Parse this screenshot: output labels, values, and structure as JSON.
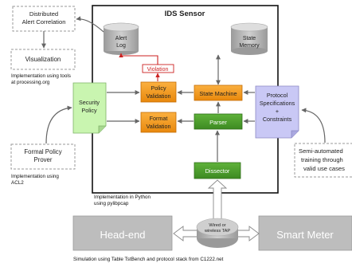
{
  "ids_sensor": {
    "title": "IDS Sensor",
    "note_line1": "Implementation in Python",
    "note_line2": "using pylibpcap"
  },
  "distributed_alert": {
    "line1": "Distributed",
    "line2": "Alert Correlation"
  },
  "visualization": {
    "label": "Visualization",
    "note_line1": "Implementation using tools",
    "note_line2": "at processing.org"
  },
  "formal_policy": {
    "line1": "Formal Policy",
    "line2": "Prover",
    "note_line1": "Implementation using",
    "note_line2": "ACL2"
  },
  "alert_log": {
    "line1": "Alert",
    "line2": "Log"
  },
  "state_memory": {
    "line1": "State",
    "line2": "Memory"
  },
  "violation": {
    "label": "Violation"
  },
  "policy_validation": {
    "line1": "Policy",
    "line2": "Validation"
  },
  "format_validation": {
    "line1": "Format",
    "line2": "Validation"
  },
  "state_machine": {
    "label": "State Machine"
  },
  "parser": {
    "label": "Parser"
  },
  "dissector": {
    "label": "Dissector"
  },
  "security_policy": {
    "line1": "Security",
    "line2": "Policy"
  },
  "protocol_spec": {
    "line1": "Protocol",
    "line2": "Specifications",
    "line3": "+",
    "line4": "Constraints"
  },
  "semi_automated": {
    "line1": "Semi-automated",
    "line2": "training through",
    "line3": "valid use cases"
  },
  "head_end": {
    "label": "Head-end"
  },
  "smart_meter": {
    "label": "Smart Meter"
  },
  "tap": {
    "line1": "Wired or",
    "line2": "wireless TAP"
  },
  "simulation_note": {
    "text": "Simulation using Table TstBench and protocol stack from C1222.net"
  },
  "colors": {
    "orange": "#f39c12",
    "green": "#4a9a2a",
    "light_green": "#c9f5b0",
    "lavender": "#c9c8f5",
    "gray_box": "#bdbdbd",
    "violation_red": "#cc2222"
  }
}
